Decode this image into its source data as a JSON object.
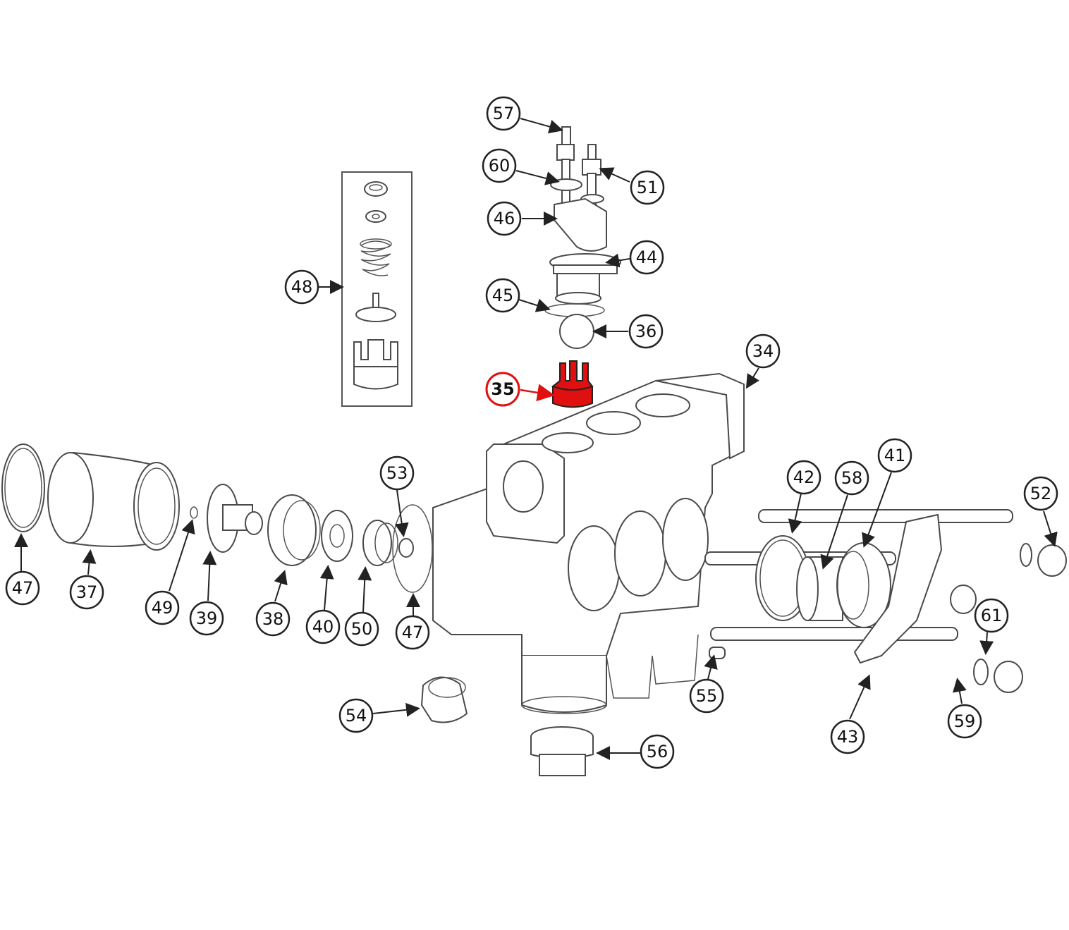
{
  "colors": {
    "highlight": "#e01010",
    "line": "#222222",
    "part_outline": "#4a4a4a",
    "background": "#ffffff"
  },
  "highlighted_part": "35",
  "callouts": [
    {
      "id": "c57",
      "label": "57"
    },
    {
      "id": "c60",
      "label": "60"
    },
    {
      "id": "c51",
      "label": "51"
    },
    {
      "id": "c46",
      "label": "46"
    },
    {
      "id": "c44",
      "label": "44"
    },
    {
      "id": "c45",
      "label": "45"
    },
    {
      "id": "c36",
      "label": "36"
    },
    {
      "id": "c48",
      "label": "48"
    },
    {
      "id": "c34",
      "label": "34"
    },
    {
      "id": "c35",
      "label": "35",
      "highlight": true
    },
    {
      "id": "c53",
      "label": "53"
    },
    {
      "id": "c42",
      "label": "42"
    },
    {
      "id": "c58",
      "label": "58"
    },
    {
      "id": "c41",
      "label": "41"
    },
    {
      "id": "c52",
      "label": "52"
    },
    {
      "id": "c47a",
      "label": "47"
    },
    {
      "id": "c37",
      "label": "37"
    },
    {
      "id": "c49",
      "label": "49"
    },
    {
      "id": "c39",
      "label": "39"
    },
    {
      "id": "c38",
      "label": "38"
    },
    {
      "id": "c40",
      "label": "40"
    },
    {
      "id": "c50",
      "label": "50"
    },
    {
      "id": "c47b",
      "label": "47"
    },
    {
      "id": "c61",
      "label": "61"
    },
    {
      "id": "c55",
      "label": "55"
    },
    {
      "id": "c59",
      "label": "59"
    },
    {
      "id": "c43",
      "label": "43"
    },
    {
      "id": "c54",
      "label": "54"
    },
    {
      "id": "c56",
      "label": "56"
    }
  ]
}
